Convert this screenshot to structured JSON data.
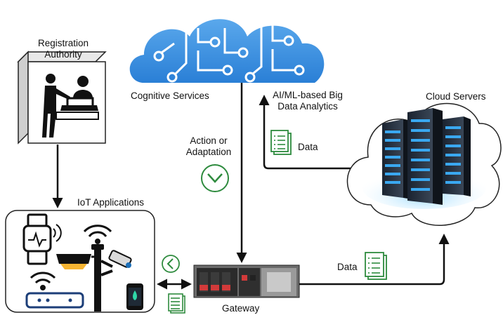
{
  "labels": {
    "registration_line1": "Registration",
    "registration_line2": "Authority",
    "cognitive_services": "Cognitive Services",
    "analytics_line1": "AI/ML-based Big",
    "analytics_line2": "Data Analytics",
    "cloud_servers": "Cloud Servers",
    "action_line1": "Action or",
    "action_line2": "Adaptation",
    "data_upper": "Data",
    "data_lower": "Data",
    "iot_applications": "IoT Applications",
    "gateway": "Gateway"
  },
  "icons": {
    "cloud": "cloud-circuit-icon",
    "registration": "registration-desk-icon",
    "servers": "server-rack-icon",
    "document": "document-icon",
    "chevron_down": "chevron-down-circle-icon",
    "chevron_left": "chevron-left-circle-icon",
    "smartwatch": "smartwatch-icon",
    "wifi": "wifi-icon",
    "router": "router-icon",
    "streetlight": "streetlight-icon",
    "camera": "security-camera-icon",
    "phone": "smartphone-icon",
    "gateway": "gateway-device-icon"
  },
  "colors": {
    "cloud_blue": "#3a8fe0",
    "data_green": "#2e8b3e",
    "server_blue": "#1c6fb8",
    "arrow": "#111111"
  }
}
